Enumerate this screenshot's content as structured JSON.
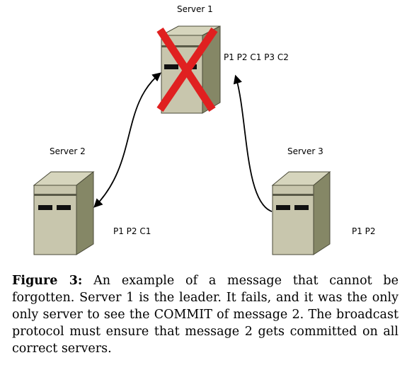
{
  "servers": [
    {
      "name": "Server 1",
      "log": "P1 P2 C1 P3 C2",
      "failed": true
    },
    {
      "name": "Server 2",
      "log": "P1 P2 C1",
      "failed": false
    },
    {
      "name": "Server 3",
      "log": "P1 P2",
      "failed": false
    }
  ],
  "caption": {
    "label": "Figure 3:",
    "text": "An example of a message that cannot be forgotten. Server 1 is the leader. It fails, and it was the only only server to see the COMMIT of message 2. The broadcast protocol must ensure that message 2 gets committed on all correct servers."
  },
  "colors": {
    "server_front": "#c8c6ad",
    "server_side": "#858766",
    "server_top": "#d6d5bd",
    "failure_x": "#e02020"
  }
}
